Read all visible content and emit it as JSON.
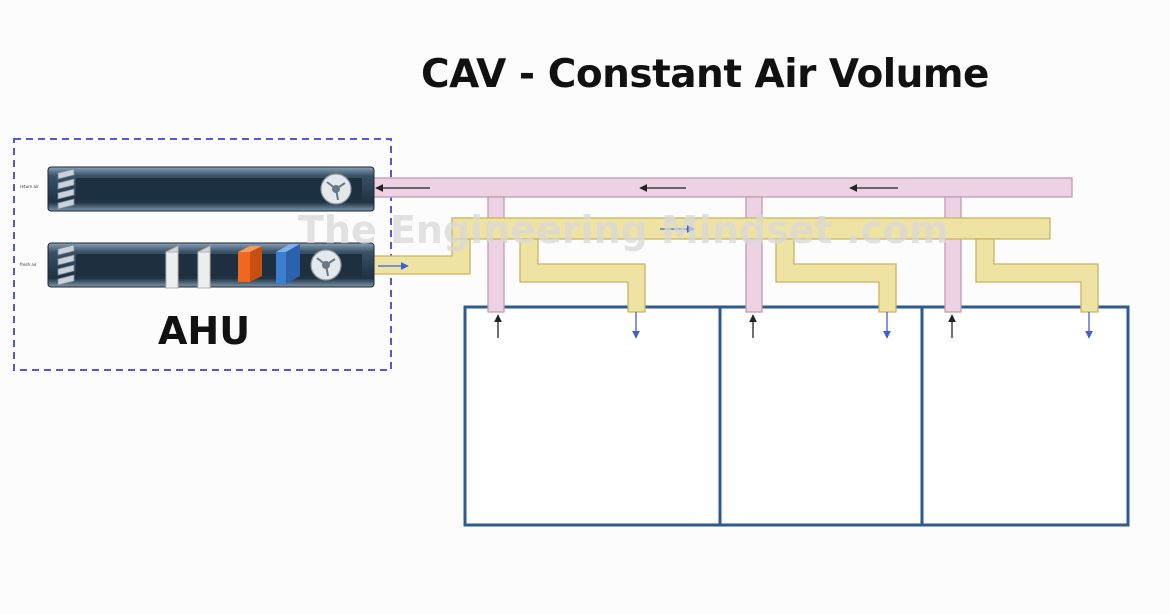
{
  "title": "CAV - Constant Air Volume",
  "ahu_label": "AHU",
  "watermark": "The Engineering Mindset .com",
  "return_unit_label": "return air",
  "supply_unit_label": "fresh air",
  "colors": {
    "return_duct": "#ecd2e2",
    "supply_duct": "#efe3a4",
    "room_wall": "#2f5a8e",
    "ahu_border": "#5757d6",
    "unit_casing": "#2b3f52",
    "heating_coil": "#ee6820",
    "cooling_coil": "#3d7ed1",
    "filter": "#ececec"
  },
  "icons": [
    "fan-icon",
    "damper-icon",
    "filter-icon",
    "heating-coil-icon",
    "cooling-coil-icon"
  ]
}
